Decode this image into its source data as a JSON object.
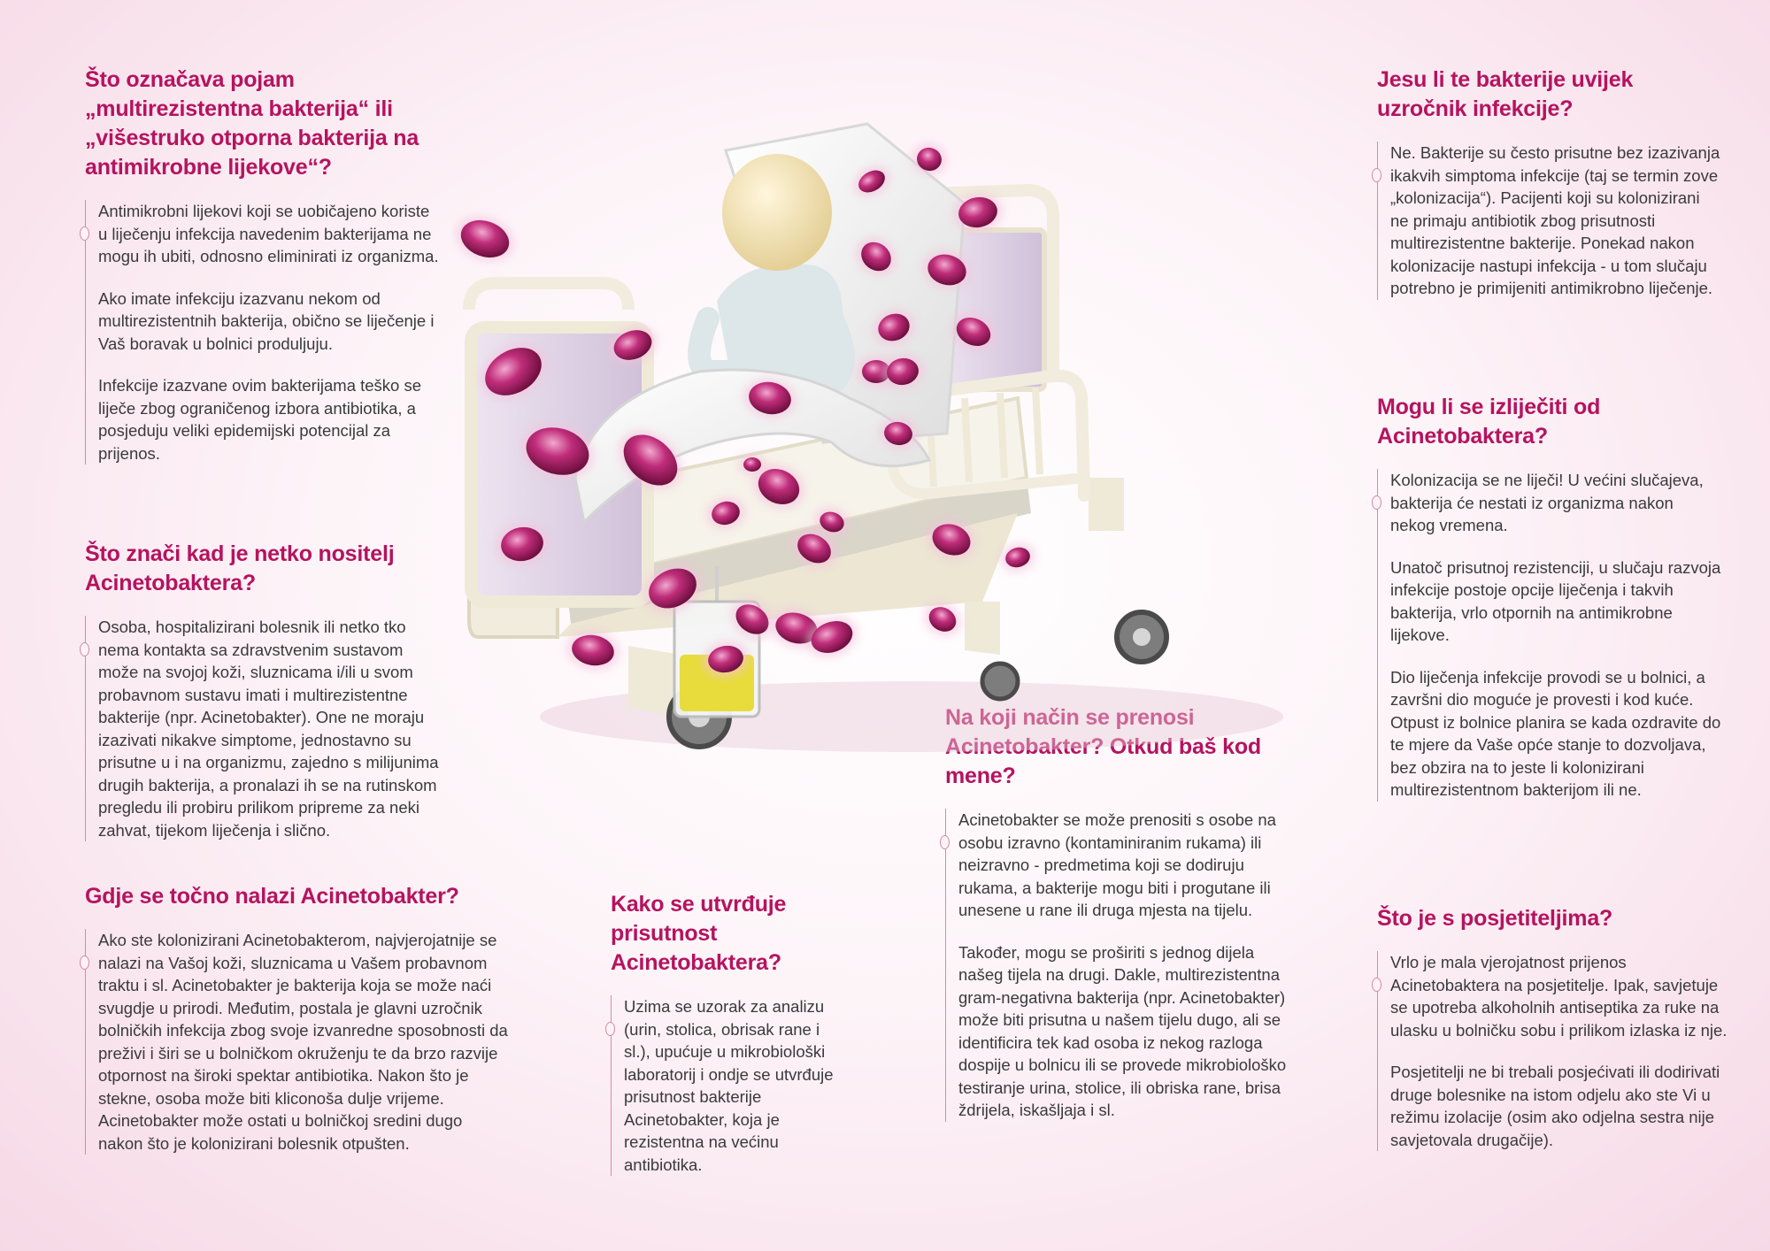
{
  "sections": {
    "s1": {
      "question": "Što označava pojam „multirezistentna bakterija“ ili „višestruko otporna bakterija na antimikrobne lijekove“?",
      "paragraphs": [
        "Antimikrobni lijekovi koji se uobičajeno koriste u liječenju infekcija navedenim bakterijama ne mogu ih ubiti, odnosno eliminirati iz organizma.",
        "Ako imate infekciju izazvanu nekom od multirezistentnih bakterija, obično se liječenje i Vaš boravak u bolnici produljuju.",
        "Infekcije izazvane ovim bakterijama teško se liječe zbog ograničenog izbora antibiotika, a posjeduju veliki epidemijski potencijal za prijenos."
      ]
    },
    "s2": {
      "question": "Što znači kad je netko nositelj Acinetobaktera?",
      "paragraphs": [
        "Osoba, hospitalizirani bolesnik ili netko tko nema kontakta sa zdravstvenim sustavom može na svojoj koži, sluznicama i/ili u svom probavnom sustavu imati i multirezistentne bakterije (npr. Acinetobakter). One ne moraju izazivati nikakve simptome, jednostavno su prisutne u i na organizmu, zajedno s milijunima drugih bakterija, a pronalazi ih se na rutinskom pregledu ili probiru prilikom pripreme za neki zahvat, tijekom liječenja i slično."
      ]
    },
    "s3": {
      "question": "Gdje se točno nalazi Acinetobakter?",
      "paragraphs": [
        "Ako ste kolonizirani Acinetobakterom, najvjerojatnije se nalazi na Vašoj koži, sluznicama u Vašem probavnom traktu i sl. Acinetobakter je bakterija koja se može naći svugdje u prirodi. Međutim, postala je glavni uzročnik bolničkih infekcija zbog svoje izvanredne sposobnosti da preživi i širi se u bolničkom okruženju te da brzo razvije otpornost na široki spektar antibiotika. Nakon što je stekne, osoba može biti kliconoša dulje vrijeme. Acinetobakter može ostati u bolničkoj sredini dugo nakon što je kolonizirani bolesnik otpušten."
      ]
    },
    "s4": {
      "question": "Kako se utvrđuje prisutnost Acinetobaktera?",
      "paragraphs": [
        "Uzima se uzorak za analizu (urin, stolica, obrisak rane i sl.), upućuje u mikrobiološki laboratorij i ondje se utvrđuje prisutnost bakterije Acinetobakter, koja je rezistentna na većinu antibiotika."
      ]
    },
    "s5": {
      "question": "Na koji način se prenosi Acinetobakter? Otkud baš kod mene?",
      "paragraphs": [
        "Acinetobakter se može prenositi s osobe na osobu izravno (kontaminiranim rukama) ili neizravno - predmetima koji se dodiruju rukama, a bakterije mogu biti i progutane ili unesene u rane ili druga mjesta na tijelu.",
        "Također, mogu se proširiti s jednog dijela našeg tijela na drugi. Dakle, multirezistentna gram-negativna bakterija (npr. Acinetobakter) može biti prisutna u našem tijelu dugo, ali se identificira tek kad osoba iz nekog razloga dospije u bolnicu ili se provede mikrobiološko testiranje urina, stolice, ili obriska rane, brisa ždrijela, iskašljaja  i sl."
      ]
    },
    "s6": {
      "question": "Jesu li te bakterije uvijek uzročnik infekcije?",
      "paragraphs": [
        "Ne. Bakterije su često prisutne bez izazivanja ikakvih simptoma infekcije (taj se termin zove „kolonizacija“). Pacijenti koji su kolonizirani ne primaju antibiotik zbog prisutnosti multirezistentne bakterije. Ponekad nakon kolonizacije nastupi infekcija - u tom slučaju potrebno je primijeniti antimikrobno liječenje."
      ]
    },
    "s7": {
      "question": "Mogu li se izliječiti od Acinetobaktera?",
      "paragraphs": [
        "Kolonizacija se ne liječi! U većini slučajeva, bakterija će nestati iz organizma nakon nekog vremena.",
        "Unatoč prisutnoj rezistenciji, u slučaju razvoja infekcije postoje opcije liječenja i takvih bakterija, vrlo otpornih na antimikrobne lijekove.",
        "Dio liječenja infekcije provodi se u bolnici, a završni dio moguće je provesti i kod kuće. Otpust iz bolnice planira se kada ozdravite do te mjere da Vaše opće stanje to dozvoljava, bez obzira na to jeste li kolonizirani multirezistentnom bakterijom ili ne."
      ]
    },
    "s8": {
      "question": "Što je s posjetiteljima?",
      "paragraphs": [
        "Vrlo je mala vjerojatnost prijenos Acinetobaktera na posjetitelje. Ipak, savjetuje se upotreba alkoholnih antiseptika za ruke na ulasku u bolničku sobu i prilikom izlaska iz nje.",
        "Posjetitelji ne bi trebali posjećivati ili dodirivati druge bolesnike na istom odjelu ako ste Vi u režimu izolacije (osim ako odjelna sestra nije savjetovala drugačije)."
      ]
    }
  },
  "colors": {
    "accent": "#b5135f",
    "bacteria": "#c02d7a",
    "text": "#3a3a3a",
    "bed_frame": "#f1ecdd",
    "bed_panel": "#ddd0e4",
    "urine": "#e7dc3c"
  },
  "illustration": {
    "icon": "hospital-bed-with-bacteria-icon"
  }
}
